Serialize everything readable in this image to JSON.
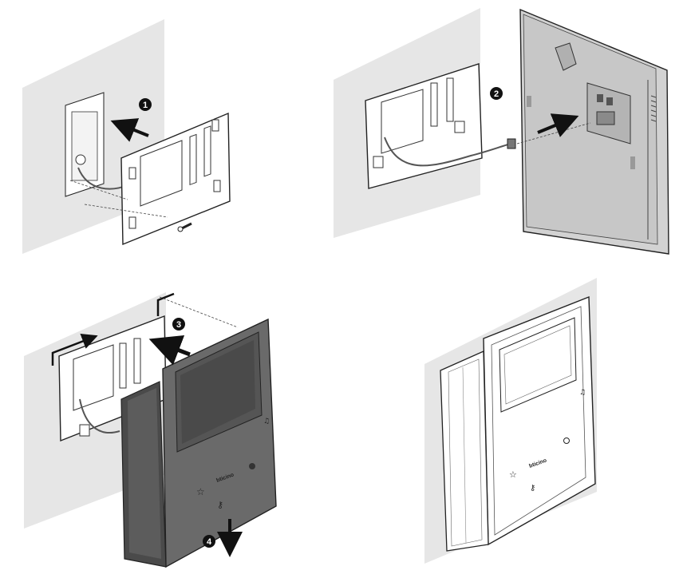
{
  "steps": [
    {
      "number": "1"
    },
    {
      "number": "2"
    },
    {
      "number": "3"
    },
    {
      "number": "4"
    }
  ],
  "brand_text": "bticino",
  "colors": {
    "wall": "#e6e6e6",
    "plate": "#ffffff",
    "outline": "#222222",
    "device_dark": "#6a6a6a",
    "device_darker": "#4a4a4a",
    "screen_dark": "#5a5a5a",
    "arrow": "#111111",
    "badge": "#111111"
  },
  "icons": [
    "wall-plate-icon",
    "screw-icon",
    "arrow-icon",
    "cable-icon",
    "video-intercom-icon",
    "handset-icon",
    "star-icon",
    "key-icon",
    "mute-icon"
  ]
}
